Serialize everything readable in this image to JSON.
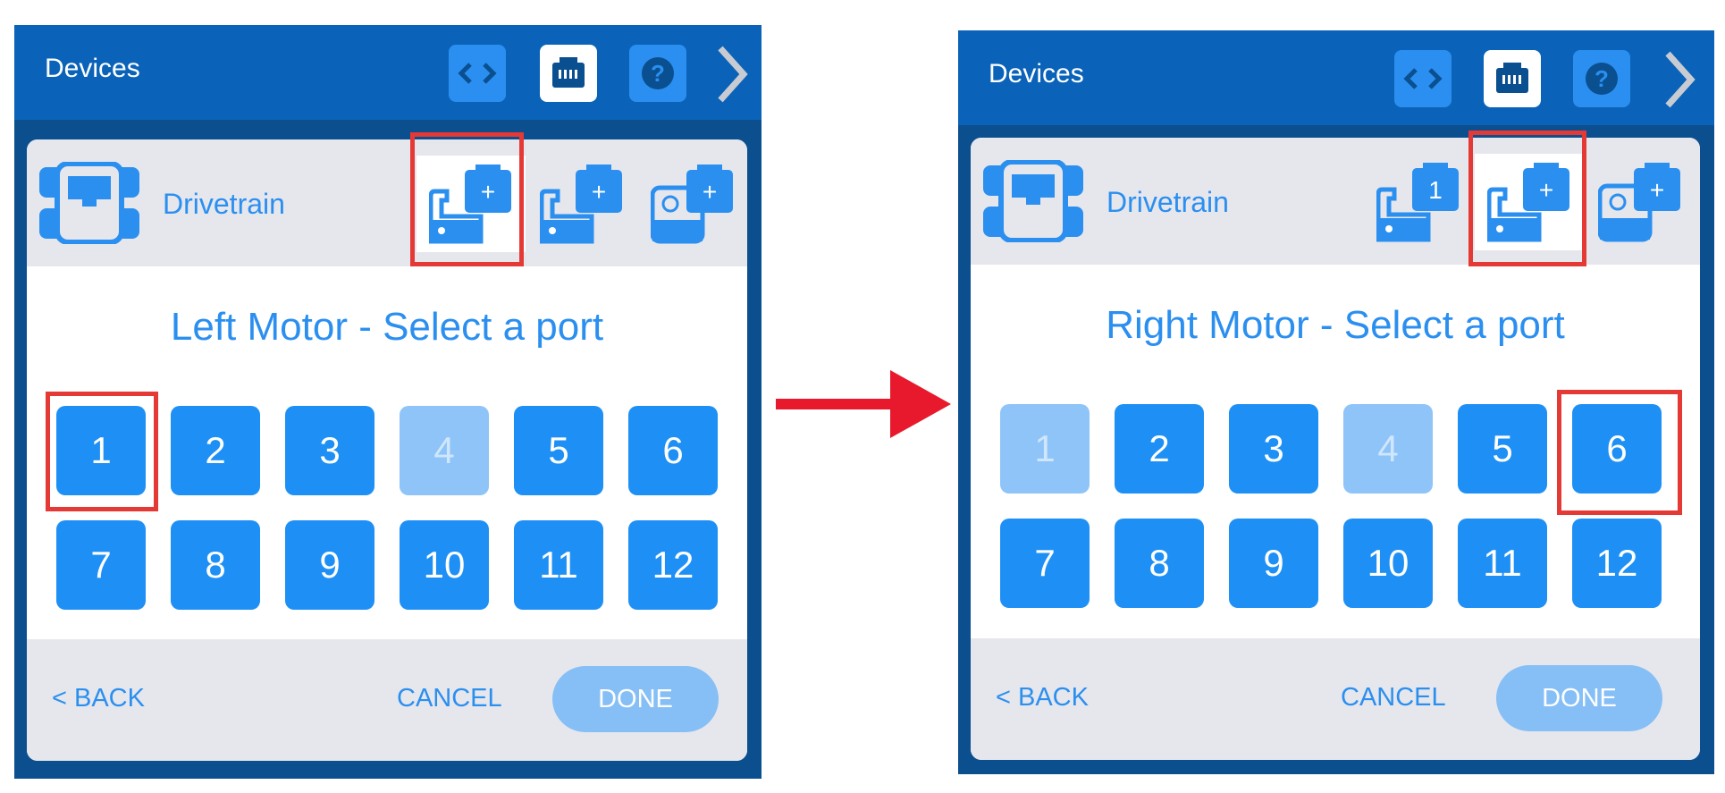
{
  "colors": {
    "panel_bg": "#0b4f8f",
    "header_bg": "#0a63b8",
    "accent": "#1e90f5",
    "disabled": "#8ec4f8",
    "highlight": "#e53935"
  },
  "left": {
    "header": {
      "title": "Devices",
      "icons": [
        "code-icon",
        "devices-icon",
        "help-icon",
        "chevron-right-icon"
      ],
      "active_icon": "devices-icon"
    },
    "device": {
      "name": "Drivetrain",
      "motor_slots": [
        "Left Motor",
        "Right Motor",
        "Gyro/Inertial"
      ],
      "selected_slot": 0,
      "slot_badges": [
        "+",
        "+",
        "+"
      ]
    },
    "prompt": "Left Motor - Select a port",
    "ports": [
      {
        "n": "1",
        "state": "available",
        "highlighted": true
      },
      {
        "n": "2",
        "state": "available"
      },
      {
        "n": "3",
        "state": "available"
      },
      {
        "n": "4",
        "state": "disabled"
      },
      {
        "n": "5",
        "state": "available"
      },
      {
        "n": "6",
        "state": "available"
      },
      {
        "n": "7",
        "state": "available"
      },
      {
        "n": "8",
        "state": "available"
      },
      {
        "n": "9",
        "state": "available"
      },
      {
        "n": "10",
        "state": "available"
      },
      {
        "n": "11",
        "state": "available"
      },
      {
        "n": "12",
        "state": "available"
      }
    ],
    "footer": {
      "back": "< BACK",
      "cancel": "CANCEL",
      "done": "DONE"
    }
  },
  "right": {
    "header": {
      "title": "Devices",
      "icons": [
        "code-icon",
        "devices-icon",
        "help-icon",
        "chevron-right-icon"
      ],
      "active_icon": "devices-icon"
    },
    "device": {
      "name": "Drivetrain",
      "motor_slots": [
        "Left Motor",
        "Right Motor",
        "Gyro/Inertial"
      ],
      "selected_slot": 1,
      "slot_badges": [
        "1",
        "+",
        "+"
      ]
    },
    "prompt": "Right Motor - Select a port",
    "ports": [
      {
        "n": "1",
        "state": "disabled"
      },
      {
        "n": "2",
        "state": "available"
      },
      {
        "n": "3",
        "state": "available"
      },
      {
        "n": "4",
        "state": "disabled"
      },
      {
        "n": "5",
        "state": "available"
      },
      {
        "n": "6",
        "state": "available",
        "highlighted": true
      },
      {
        "n": "7",
        "state": "available"
      },
      {
        "n": "8",
        "state": "available"
      },
      {
        "n": "9",
        "state": "available"
      },
      {
        "n": "10",
        "state": "available"
      },
      {
        "n": "11",
        "state": "available"
      },
      {
        "n": "12",
        "state": "available"
      }
    ],
    "footer": {
      "back": "< BACK",
      "cancel": "CANCEL",
      "done": "DONE"
    }
  },
  "transition_arrow": "arrow-right-icon"
}
